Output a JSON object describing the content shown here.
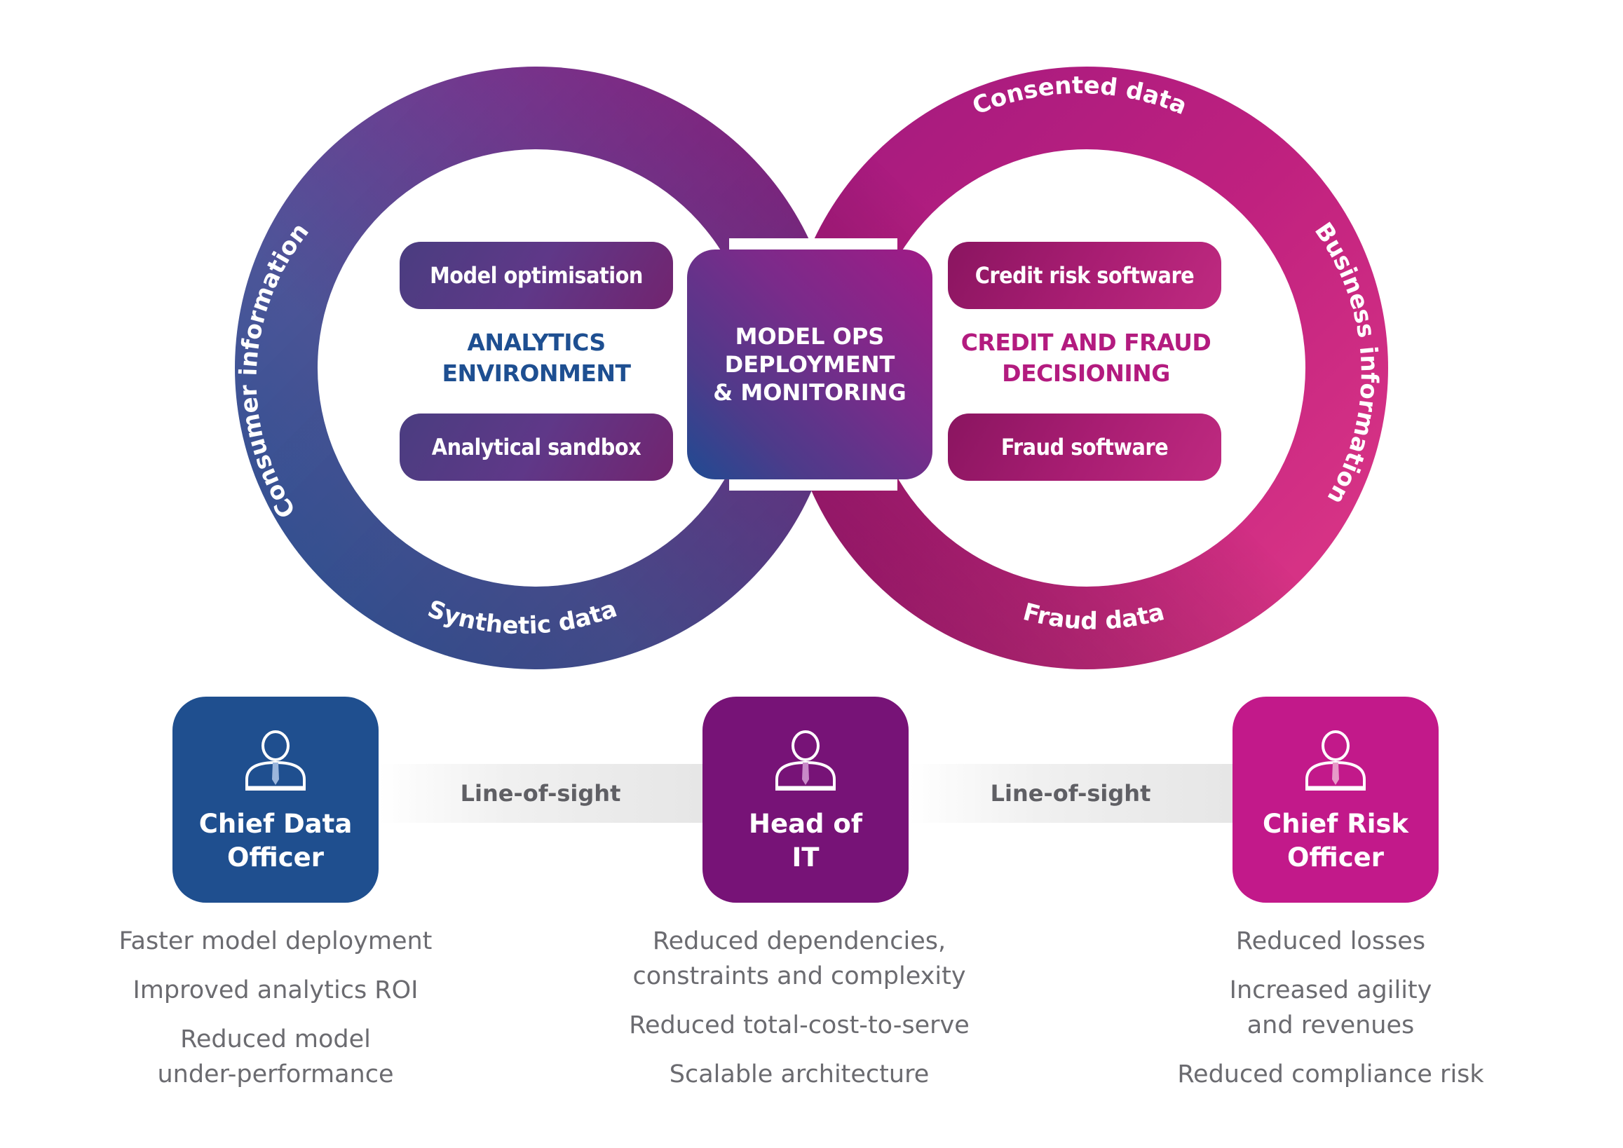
{
  "colors": {
    "analytics_title": "#1e4f91",
    "decisioning_title": "#b31b7f",
    "cdo": "#1f4f8f",
    "head_it": "#771377",
    "cro": "#c2198a",
    "benefit_text": "#6b6b70",
    "band_text": "#5f5f64"
  },
  "rings": {
    "left": {
      "labels": [
        "Consumer information",
        "Synthetic data"
      ]
    },
    "right": {
      "labels": [
        "Consented data",
        "Business information",
        "Fraud data"
      ]
    }
  },
  "analytics": {
    "title_line1": "ANALYTICS",
    "title_line2": "ENVIRONMENT",
    "pills": [
      "Model optimisation",
      "Analytical sandbox"
    ]
  },
  "center": {
    "lines": [
      "MODEL OPS",
      "DEPLOYMENT",
      "& MONITORING"
    ]
  },
  "decisioning": {
    "title_line1": "CREDIT AND FRAUD",
    "title_line2": "DECISIONING",
    "pills": [
      "Credit risk software",
      "Fraud software"
    ]
  },
  "links": [
    "Line-of-sight",
    "Line-of-sight"
  ],
  "personas": [
    {
      "icon": "person-icon",
      "name_line1": "Chief Data",
      "name_line2": "Officer",
      "benefits": [
        "Faster model deployment",
        "Improved analytics ROI",
        "Reduced model under-performance"
      ]
    },
    {
      "icon": "person-icon",
      "name_line1": "Head of",
      "name_line2": "IT",
      "benefits": [
        "Reduced dependencies, constraints and complexity",
        "Reduced total-cost-to-serve",
        "Scalable architecture"
      ]
    },
    {
      "icon": "person-icon",
      "name_line1": "Chief Risk",
      "name_line2": "Officer",
      "benefits": [
        "Reduced losses",
        "Increased agility and revenues",
        "Reduced compliance risk"
      ]
    }
  ]
}
